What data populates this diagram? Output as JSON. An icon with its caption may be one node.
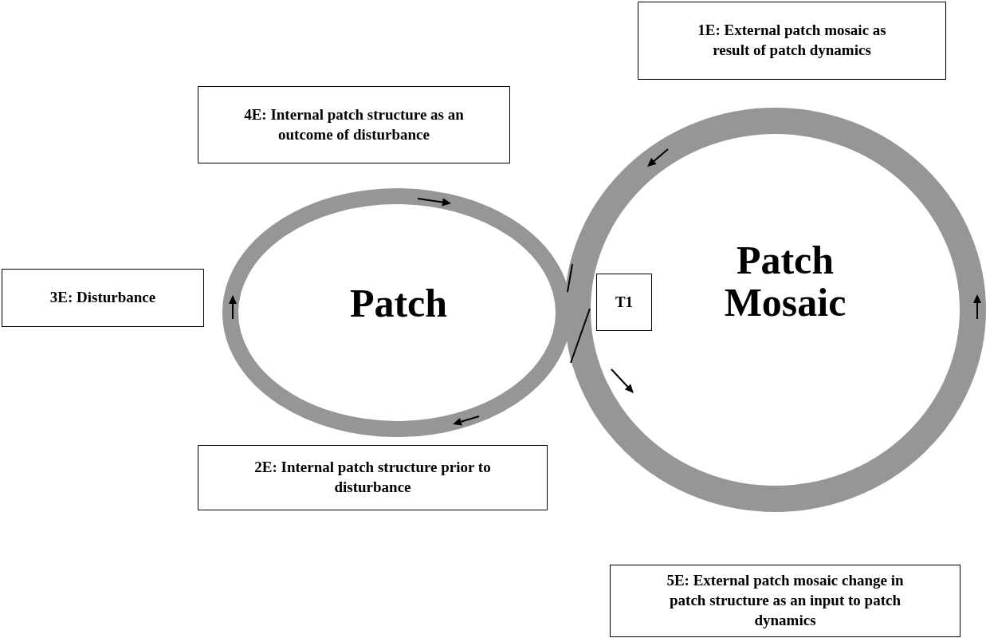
{
  "diagram": {
    "nodes": [
      {
        "text": [
          "1E: External patch mosaic as result of patch dynamics"
        ]
      },
      {
        "text": [
          "4E: Internal patch structure as an outcome of disturbance"
        ]
      },
      {
        "text": [
          "Patch"
        ]
      },
      {
        "text": [
          "Patch Mosaic"
        ]
      },
      {
        "text": [
          "3E: Disturbance"
        ]
      },
      {
        "text": [
          "T1"
        ],
        "in": 3
      },
      {
        "text": [
          "2E: Internal patch structure prior to disturbance"
        ]
      },
      {
        "text": [
          "5E: External patch mosaic change in patch structure as an input to patch dynamics"
        ]
      }
    ],
    "edges": []
  }
}
